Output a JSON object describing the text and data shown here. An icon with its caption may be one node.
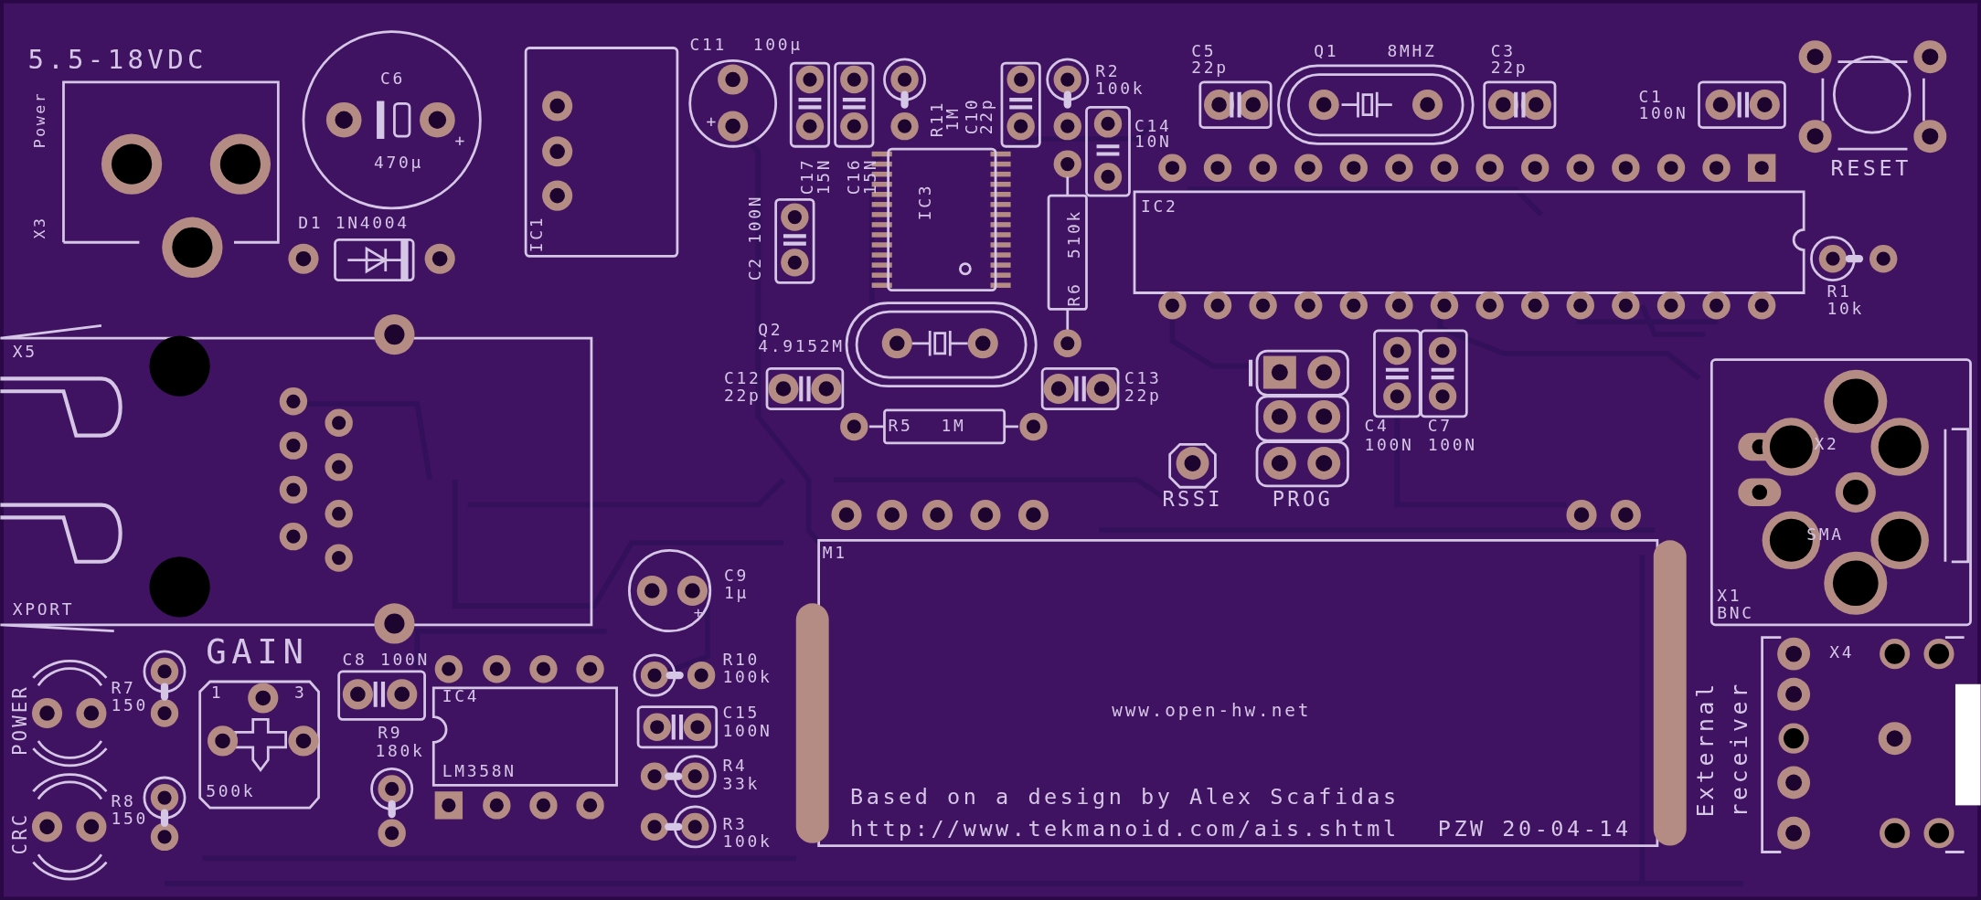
{
  "diagram": {
    "labels": [
      "5.5-18VDC",
      "C11",
      "100µ",
      "C5",
      "22p",
      "Q1",
      "8MHZ",
      "C3",
      "22p",
      "C6",
      "R2",
      "100k",
      "C1",
      "100N",
      "Power",
      "C17",
      "15N",
      "C16",
      "15N",
      "R11",
      "1M",
      "C10",
      "22p",
      "C14",
      "10N",
      "470µ",
      "+",
      "RESET",
      "IC2",
      "IC3",
      "510k",
      "X3",
      "D1 1N4004",
      "IC1",
      "C2 100N",
      "+",
      "R1",
      "10k",
      "R6",
      "Q2",
      "4.9152M",
      "X5",
      "C12",
      "22p",
      "C13",
      "22p",
      "R5",
      "1M",
      "C4",
      "100N",
      "C7",
      "100N",
      "X2",
      "RSSI",
      "PROG",
      "SMA",
      "M1",
      "C9",
      "1µ",
      "+",
      "XPORT",
      "X1",
      "BNC",
      "GAIN",
      "X4",
      "C8",
      "100N",
      "R10",
      "100k",
      "R7",
      "1",
      "3",
      "IC4",
      "150",
      "POWER",
      "C15",
      "100N",
      "www.open-hw.net",
      "R9",
      "180k",
      "External receiver",
      "R4",
      "33k",
      "LM358N",
      "500k",
      "Based on a design by Alex Scafidas",
      "R8",
      "150",
      "R3",
      "100k",
      "http://www.tekmanoid.com/ais.shtml",
      "PZW 20-04-14",
      "CRC"
    ]
  }
}
